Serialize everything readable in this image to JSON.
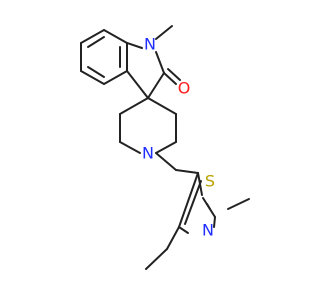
{
  "atoms": {
    "n1": {
      "symbol": "N",
      "color": "#1f2dff"
    },
    "o1": {
      "symbol": "O",
      "color": "#ff1c1c"
    },
    "n2": {
      "symbol": "N",
      "color": "#1f2dff"
    },
    "s1": {
      "symbol": "S",
      "color": "#b8a100"
    },
    "n3": {
      "symbol": "N",
      "color": "#1f2dff"
    }
  },
  "bond_color": "#222222",
  "background": "#ffffff"
}
